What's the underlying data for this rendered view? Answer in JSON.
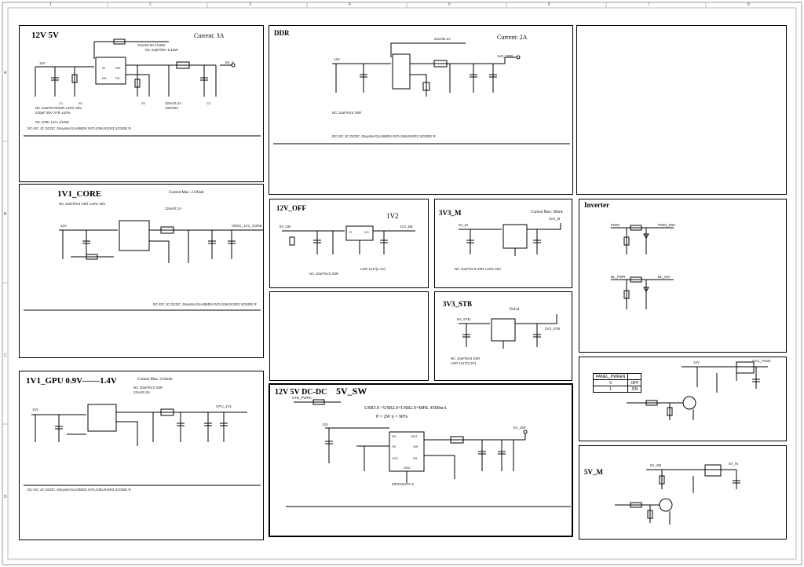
{
  "sheet": {
    "col_marks": [
      "1",
      "2",
      "3",
      "4",
      "5",
      "6",
      "7",
      "8"
    ],
    "row_marks": [
      "A",
      "B",
      "C",
      "D"
    ]
  },
  "blocks": {
    "b12v5v": {
      "title": "12V   5V",
      "current": "Current: 3A",
      "notes": [
        "NC 10uF/6V3/X5R ±10% 25V",
        "220pF 50V X7R ±10%",
        "22uH/2.2A",
        "10K/50V",
        "NC 100K ±1% 1/16W",
        "DC-DC     JC DCDC JSeys5A/11A/86DS INTL/2MUX/2R3 SOXDE R"
      ],
      "nets": [
        "12V",
        "5V_S"
      ]
    },
    "ddr": {
      "title": "DDR",
      "current": "Current: 2A",
      "notes": [
        "22uH/2.2A",
        "NC 10uF/6V3 X5R",
        "1V5_DDR",
        "DC-DC     JC DCDC JSeys5A/11A/86DS INTL/2MUX/2R3 SOXDE R"
      ],
      "nets": [
        "12V",
        "1V5_DDR"
      ]
    },
    "b1v1core": {
      "title": "1V1_CORE",
      "current": "Current Max: 2.6Amb",
      "notes": [
        "NC 10uF/6V3 X5R ±10% 25V",
        "22uH/2.2A",
        "VDDC_1V1_CORE",
        "DC-DC     JC DCDC JSeys5A/11A/86DS INTL/2MUX/2R3 SOXDE R"
      ],
      "nets": [
        "12V",
        "VDDC_1V1_CORE"
      ]
    },
    "b1v1gpu": {
      "title": "1V1_GPU 0.9V——1.4V",
      "current": "Current Max: 2.6Amb",
      "notes": [
        "NC 10uF/6V3 X5R",
        "22uH/2.2A",
        "CPU_1V1",
        "DC-DC     JC DCDC JSeys5A/11A/86DS INTL/2MUX/2R3 SOXDE R"
      ],
      "nets": [
        "12V",
        "CPU_1V1"
      ]
    },
    "b12voff": {
      "title": "12V_OFF",
      "label": "1V2",
      "notes": [
        "LDO 1117(1.2V)",
        "NC 10uF/6V3 X5R"
      ],
      "nets": [
        "5V_SB",
        "1V2_SB"
      ]
    },
    "b3v3m": {
      "title": "3V3_M",
      "current": "Current Max: 60mA",
      "notes": [
        "NC 10uF/6V3 X5R ±10% 25V"
      ],
      "nets": [
        "5V_M",
        "3V3_M"
      ]
    },
    "b3v3stb": {
      "title": "3V3_STB",
      "current": "Dvlcd",
      "notes": [
        "LDO 1117(3.3V)",
        "NC 10uF/6V3 X5R"
      ],
      "nets": [
        "5V_STB",
        "3V3_STB"
      ]
    },
    "b12v5vsw": {
      "title": "12V   5V DC-DC",
      "title2": "5V_SW",
      "spec": "USB3.0 +USB2.0+USB2.0+MHL   4500mA",
      "power": "P = 2W        η = 90%",
      "notes": [
        "EN",
        "SS/TRK",
        "VCC",
        "BST",
        "SW",
        "FB",
        "GND",
        "MP2315GG-Z"
      ],
      "nets": [
        "STB_PWRC",
        "5V_SW",
        "12V"
      ]
    },
    "inverter": {
      "title": "Inverter",
      "nets": [
        "PWM",
        "PWM_DIM",
        "BL_PWR",
        "BL_ON"
      ]
    },
    "pwrtable": {
      "header": [
        "PANEL_PWREN",
        ""
      ],
      "rows": [
        [
          "0",
          "OFF"
        ],
        [
          "1",
          "ON"
        ]
      ],
      "nets": [
        "VCC_Panel",
        "12V"
      ]
    },
    "b5vm": {
      "title": "5V_M",
      "nets": [
        "5V_M",
        "5V_SB"
      ]
    }
  }
}
